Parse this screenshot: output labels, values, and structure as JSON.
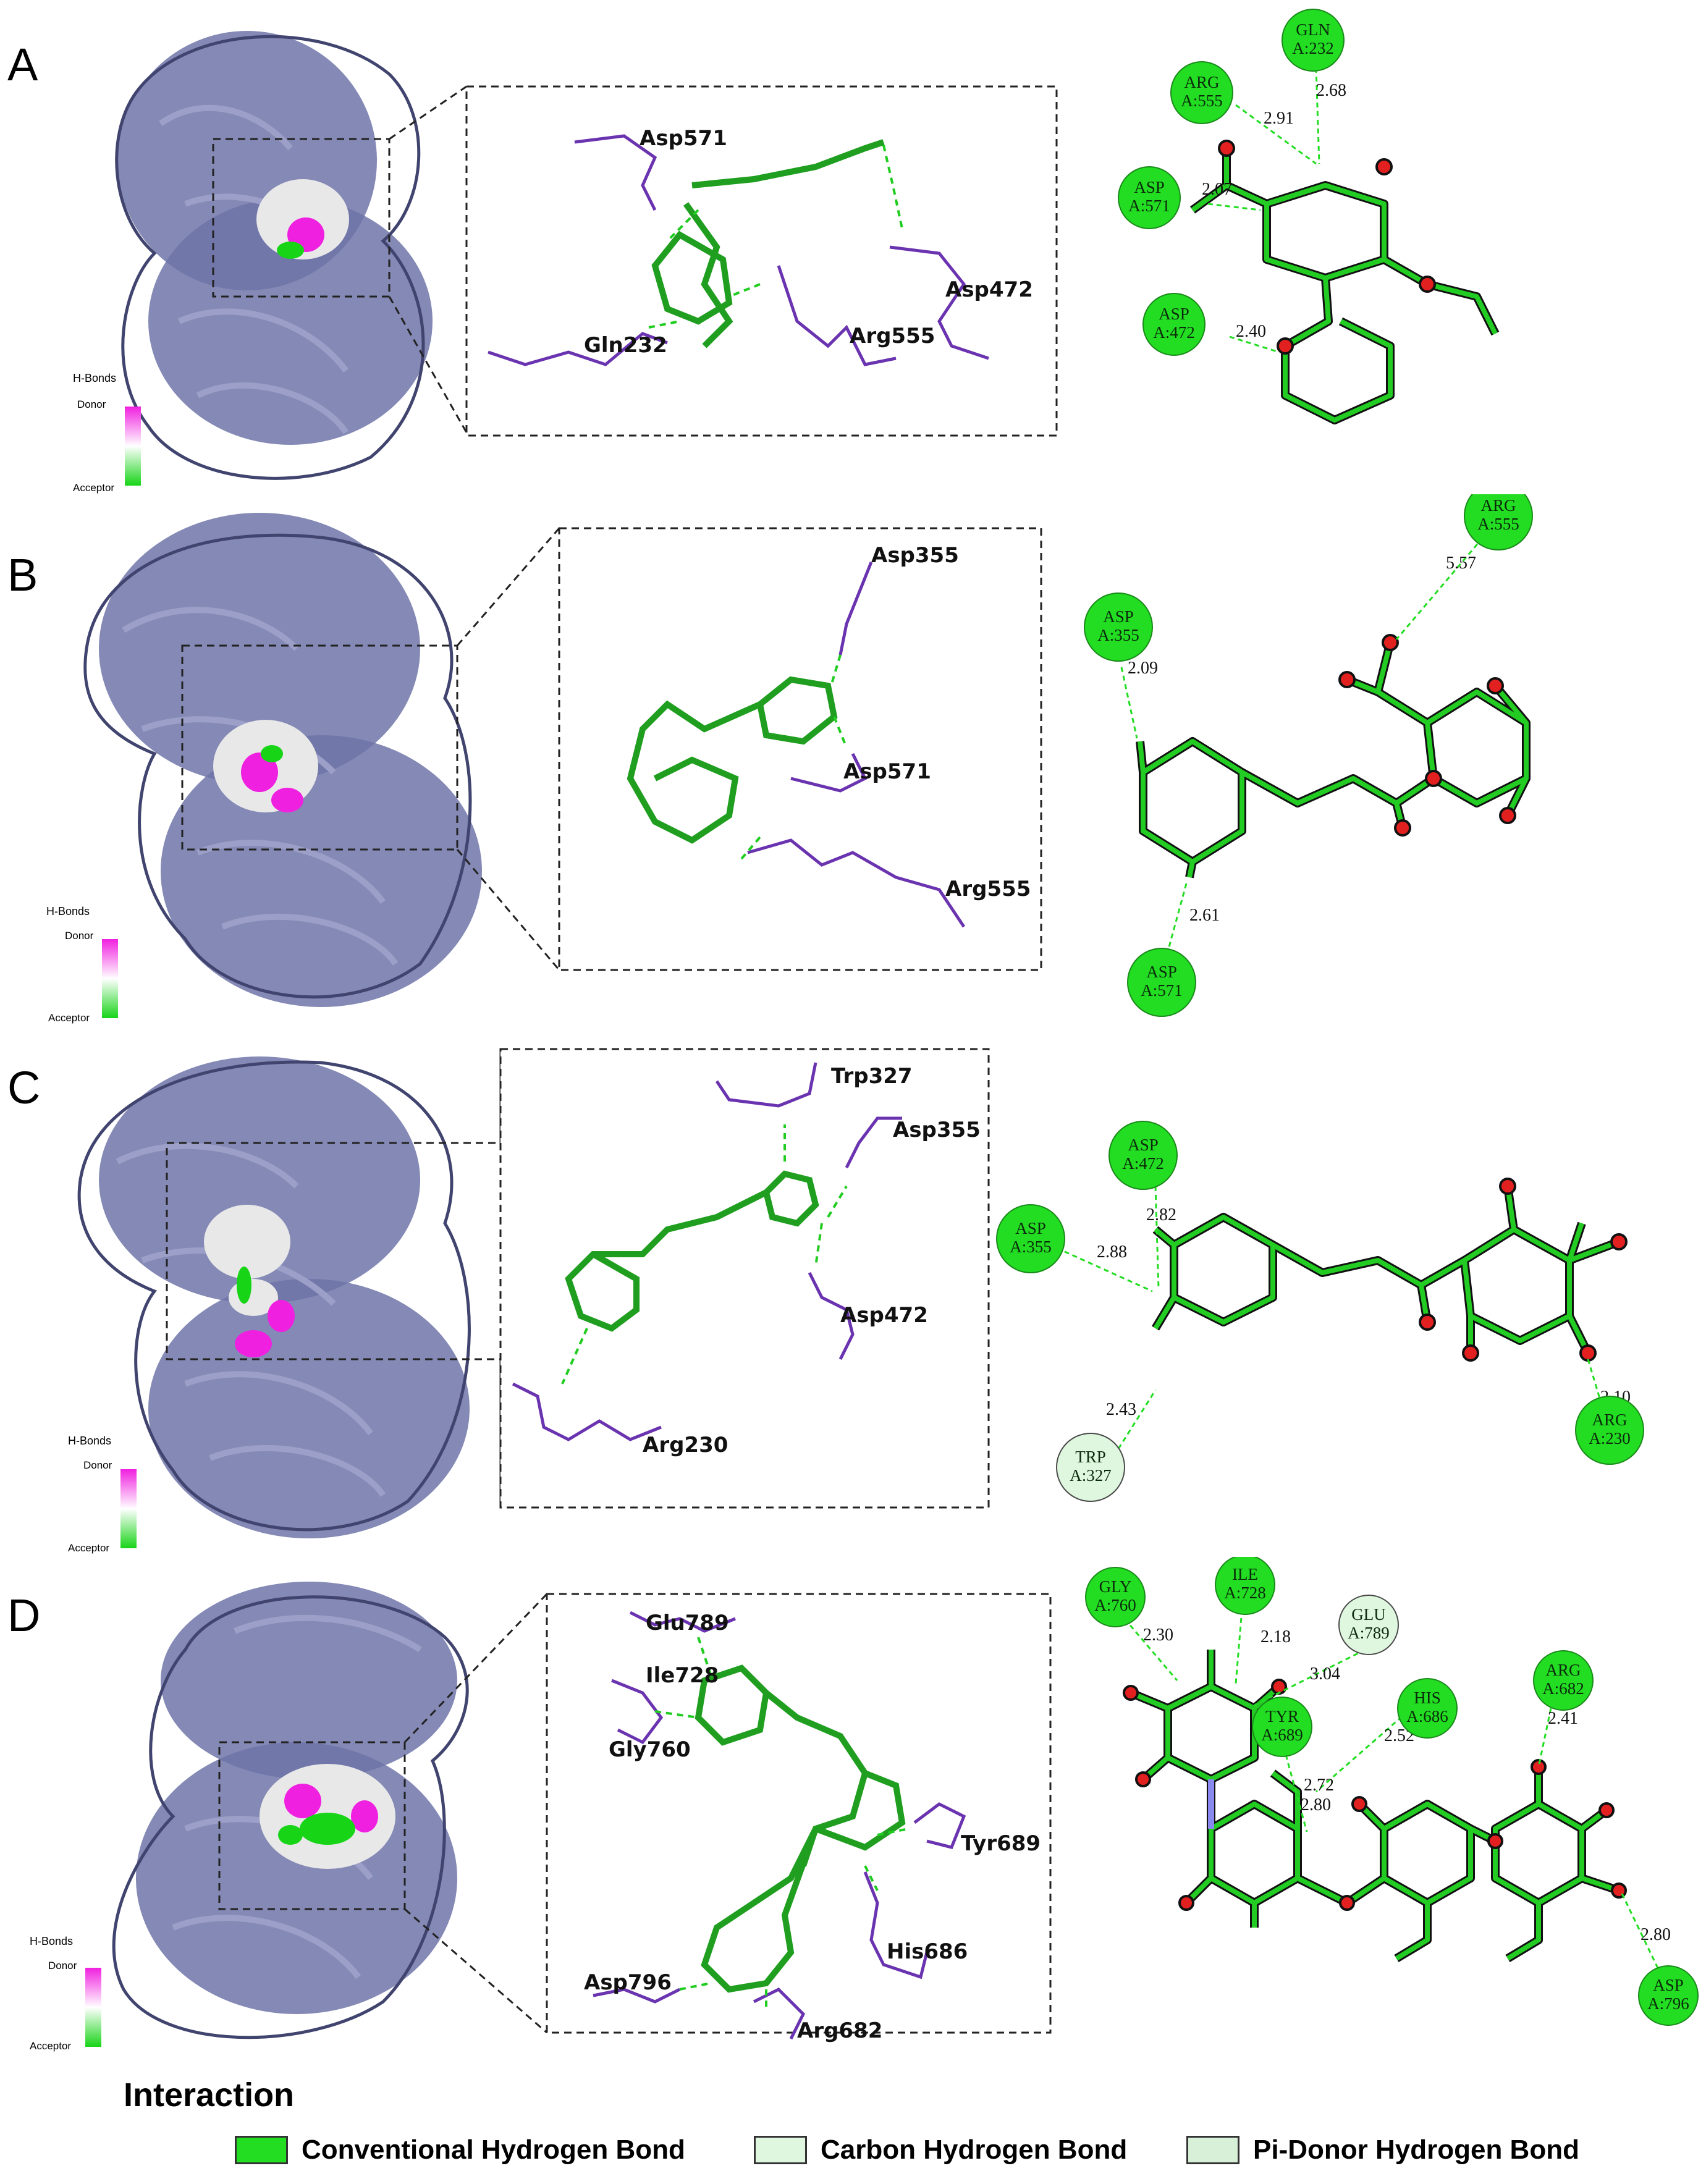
{
  "colors": {
    "protein": "#6f74a8",
    "ligand": "#22cc22",
    "oxygen": "#e32020",
    "nitrogen": "#8888ee",
    "residue_stick": "#6a33b0",
    "hbond": "#22cc22",
    "conventional": "#22dd22",
    "carbon_hb": "#dff7df",
    "pi_donor": "#d8f0d8"
  },
  "hbond_scale": {
    "title": "H-Bonds",
    "donor": "Donor",
    "acceptor": "Acceptor"
  },
  "panels": [
    {
      "letter": "A",
      "residues_3d": [
        "Asp571",
        "Asp472",
        "Gln232",
        "Arg555"
      ],
      "nodes": [
        {
          "name": "ARG",
          "id": "A:555",
          "kind": "conventional"
        },
        {
          "name": "GLN",
          "id": "A:232",
          "kind": "conventional"
        },
        {
          "name": "ASP",
          "id": "A:571",
          "kind": "conventional"
        },
        {
          "name": "ASP",
          "id": "A:472",
          "kind": "conventional"
        }
      ],
      "distances": [
        "2.91",
        "2.68",
        "2.07",
        "2.40"
      ]
    },
    {
      "letter": "B",
      "residues_3d": [
        "Asp355",
        "Asp571",
        "Arg555"
      ],
      "nodes": [
        {
          "name": "ARG",
          "id": "A:555",
          "kind": "conventional"
        },
        {
          "name": "ASP",
          "id": "A:355",
          "kind": "conventional"
        },
        {
          "name": "ASP",
          "id": "A:571",
          "kind": "conventional"
        }
      ],
      "distances": [
        "5.57",
        "2.09",
        "2.61"
      ]
    },
    {
      "letter": "C",
      "residues_3d": [
        "Trp327",
        "Asp355",
        "Asp472",
        "Arg230"
      ],
      "nodes": [
        {
          "name": "ASP",
          "id": "A:472",
          "kind": "conventional"
        },
        {
          "name": "ASP",
          "id": "A:355",
          "kind": "conventional"
        },
        {
          "name": "TRP",
          "id": "A:327",
          "kind": "pi_donor"
        },
        {
          "name": "ARG",
          "id": "A:230",
          "kind": "conventional"
        }
      ],
      "distances": [
        "2.88",
        "2.82",
        "2.43",
        "2.10"
      ]
    },
    {
      "letter": "D",
      "residues_3d": [
        "Glu789",
        "Ile728",
        "Gly760",
        "Tyr689",
        "His686",
        "Asp796",
        "Arg682"
      ],
      "nodes": [
        {
          "name": "GLY",
          "id": "A:760",
          "kind": "conventional"
        },
        {
          "name": "ILE",
          "id": "A:728",
          "kind": "conventional"
        },
        {
          "name": "GLU",
          "id": "A:789",
          "kind": "carbon_hb"
        },
        {
          "name": "HIS",
          "id": "A:686",
          "kind": "conventional"
        },
        {
          "name": "TYR",
          "id": "A:689",
          "kind": "conventional"
        },
        {
          "name": "ARG",
          "id": "A:682",
          "kind": "conventional"
        },
        {
          "name": "ASP",
          "id": "A:796",
          "kind": "conventional"
        }
      ],
      "distances": [
        "2.30",
        "2.18",
        "3.04",
        "2.52",
        "2.72",
        "2.80",
        "2.41",
        "2.80"
      ]
    }
  ],
  "legend": {
    "title": "Interaction",
    "items": [
      {
        "label": "Conventional Hydrogen Bond",
        "color": "#22dd22"
      },
      {
        "label": "Carbon Hydrogen Bond",
        "color": "#dff7df"
      },
      {
        "label": "Pi-Donor Hydrogen Bond",
        "color": "#d8f0d8"
      }
    ]
  }
}
